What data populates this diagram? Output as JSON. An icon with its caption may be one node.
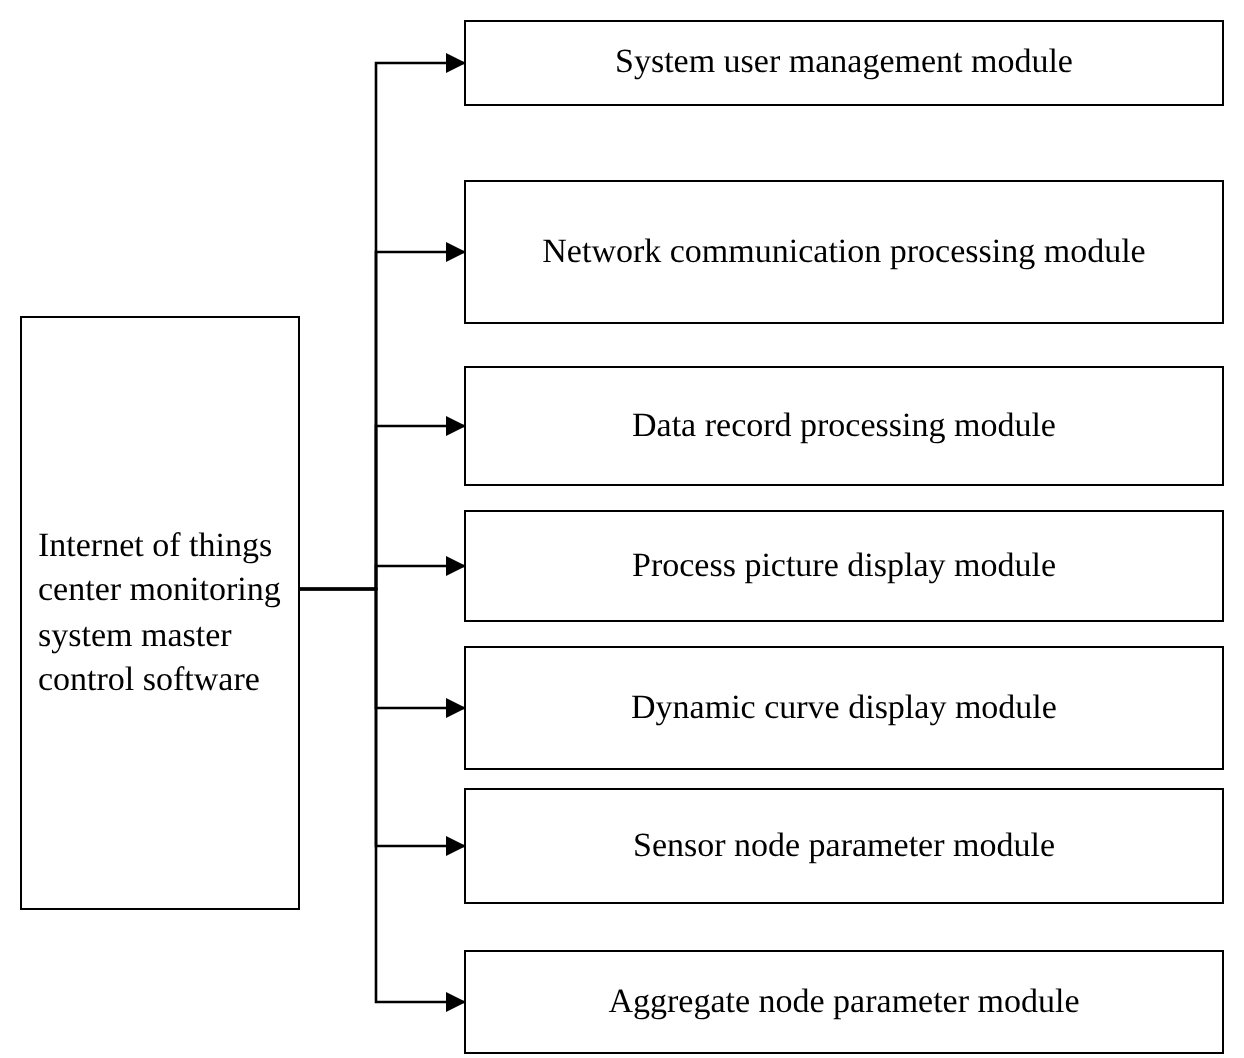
{
  "diagram": {
    "nodes": [
      {
        "text": [
          "Internet of things center monitoring system master control software"
        ]
      },
      {
        "text": [
          "System user management module"
        ]
      },
      {
        "text": [
          "Network communication processing module"
        ]
      },
      {
        "text": [
          "Data record processing module"
        ]
      },
      {
        "text": [
          "Process picture display module"
        ]
      },
      {
        "text": [
          "Dynamic curve display module"
        ]
      },
      {
        "text": [
          "Sensor node parameter module"
        ]
      },
      {
        "text": [
          "Aggregate node parameter module"
        ]
      }
    ],
    "edges": [
      {
        "from": 0,
        "to": 1,
        "arrow": "to"
      },
      {
        "from": 0,
        "to": 2,
        "arrow": "to"
      },
      {
        "from": 0,
        "to": 3,
        "arrow": "to"
      },
      {
        "from": 0,
        "to": 4,
        "arrow": "to"
      },
      {
        "from": 0,
        "to": 5,
        "arrow": "to"
      },
      {
        "from": 0,
        "to": 6,
        "arrow": "to"
      },
      {
        "from": 0,
        "to": 7,
        "arrow": "to"
      }
    ]
  }
}
